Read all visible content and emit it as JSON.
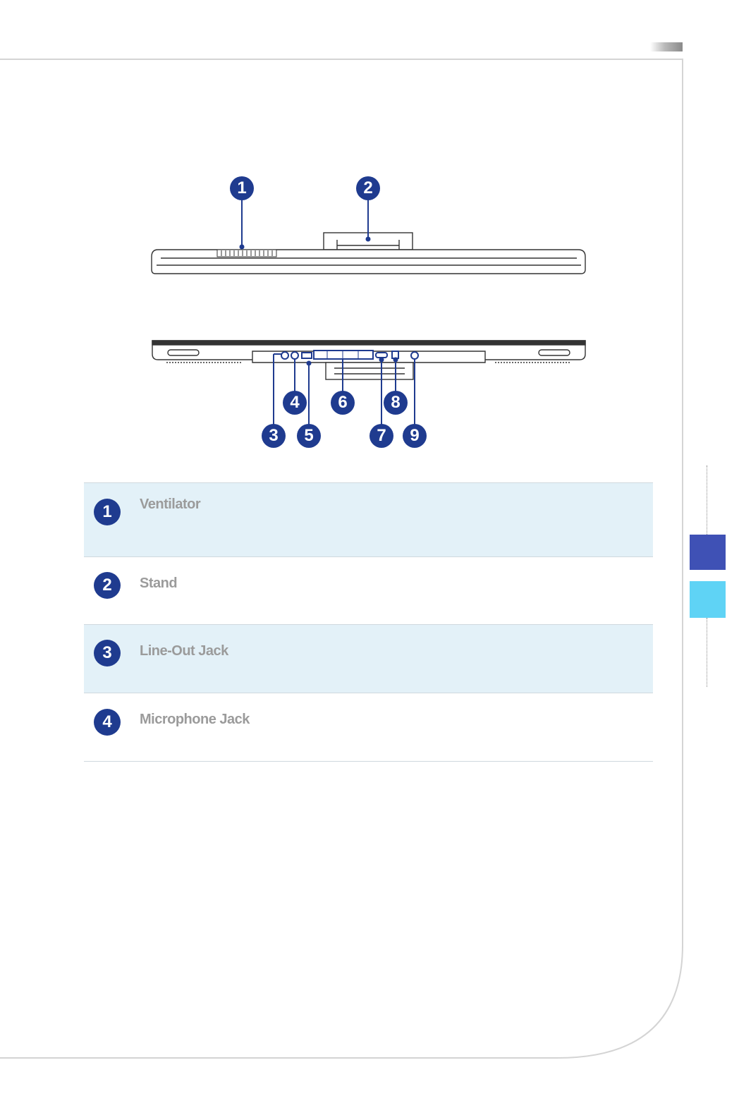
{
  "colors": {
    "accent_dark": "#1f3b8f",
    "side_tab_primary": "#3f51b5",
    "side_tab_secondary": "#5fd3f5",
    "row_shade": "#e3f1f8",
    "label_gray": "#9b9b9b"
  },
  "diagram": {
    "top_view_callouts": [
      "1",
      "2"
    ],
    "bottom_view_callouts": [
      "3",
      "4",
      "5",
      "6",
      "7",
      "8",
      "9"
    ]
  },
  "components": [
    {
      "number": "1",
      "name": "Ventilator"
    },
    {
      "number": "2",
      "name": "Stand"
    },
    {
      "number": "3",
      "name": "Line-Out Jack"
    },
    {
      "number": "4",
      "name": "Microphone Jack"
    }
  ]
}
